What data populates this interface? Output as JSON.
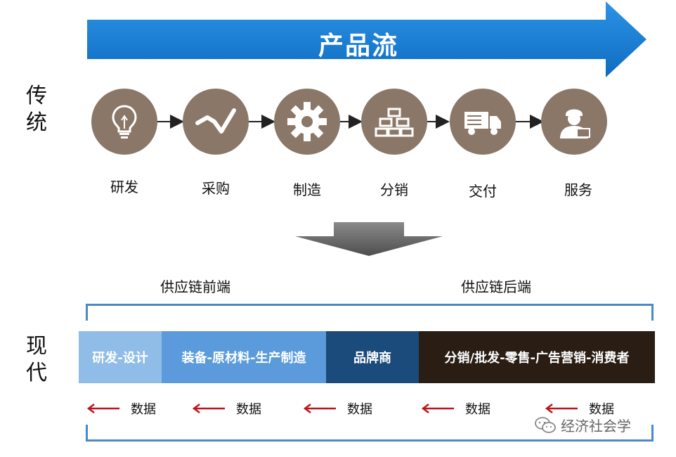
{
  "banner": {
    "title": "产品流"
  },
  "traditional": {
    "label_chars": [
      "传",
      "统"
    ]
  },
  "steps": [
    {
      "label": "研发",
      "icon": "lightbulb-icon"
    },
    {
      "label": "采购",
      "icon": "line-path-icon"
    },
    {
      "label": "制造",
      "icon": "gear-icon"
    },
    {
      "label": "分销",
      "icon": "hierarchy-boxes-icon"
    },
    {
      "label": "交付",
      "icon": "truck-icon"
    },
    {
      "label": "服务",
      "icon": "service-person-icon"
    }
  ],
  "supply_chain": {
    "front_end": "供应链前端",
    "back_end": "供应链后端"
  },
  "modern": {
    "label_chars": [
      "现",
      "代"
    ],
    "segments": [
      {
        "label": "研发-设计",
        "color": "#90bce8"
      },
      {
        "label": "装备-原材料-生产制造",
        "color": "#5b9bdc"
      },
      {
        "label": "品牌商",
        "color": "#1b4b7a"
      },
      {
        "label": "分销/批发-零售-广告营销-消费者",
        "color": "#2a1e14"
      }
    ],
    "data_arrows": [
      "数据",
      "数据",
      "数据",
      "数据",
      "数据"
    ]
  },
  "watermark": {
    "text": "经济社会学"
  },
  "colors": {
    "banner_blue": "#1a7fd4",
    "circle_brown": "#8a7767",
    "bracket_blue": "#4a89c9",
    "data_arrow_red": "#c0141b",
    "down_arrow_gray": "#6d6d6d"
  }
}
